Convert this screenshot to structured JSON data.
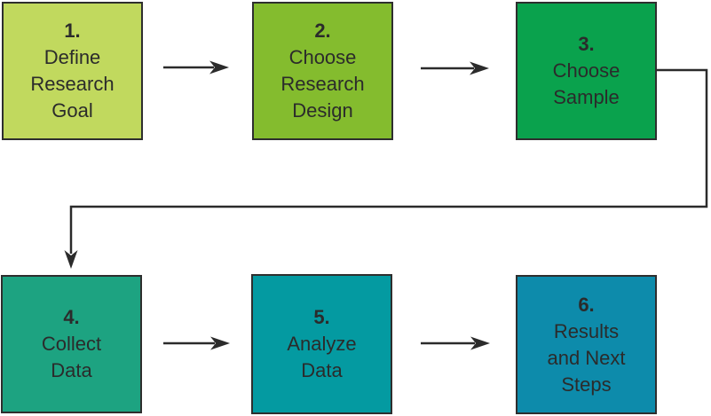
{
  "diagram": {
    "kind": "flowchart",
    "colors": {
      "background": "#ffffff",
      "box_border": "#2e2e2e",
      "arrow": "#2b2b2b",
      "text": "#2b2b2b"
    },
    "steps": [
      {
        "number": "1.",
        "label": "Define\nResearch\nGoal",
        "color": "#c1d95e"
      },
      {
        "number": "2.",
        "label": "Choose\nResearch\nDesign",
        "color": "#84bc2e"
      },
      {
        "number": "3.",
        "label": "Choose\nSample",
        "color": "#0aa24d"
      },
      {
        "number": "4.",
        "label": "Collect\nData",
        "color": "#1da381"
      },
      {
        "number": "5.",
        "label": "Analyze\nData",
        "color": "#049aa1"
      },
      {
        "number": "6.",
        "label": "Results\nand Next\nSteps",
        "color": "#0d8bab"
      }
    ],
    "connections": [
      {
        "from": "1",
        "to": "2",
        "type": "arrow-right"
      },
      {
        "from": "2",
        "to": "3",
        "type": "arrow-right"
      },
      {
        "from": "3",
        "to": "4",
        "type": "wrap-around-down"
      },
      {
        "from": "4",
        "to": "5",
        "type": "arrow-right"
      },
      {
        "from": "5",
        "to": "6",
        "type": "arrow-right"
      }
    ]
  }
}
